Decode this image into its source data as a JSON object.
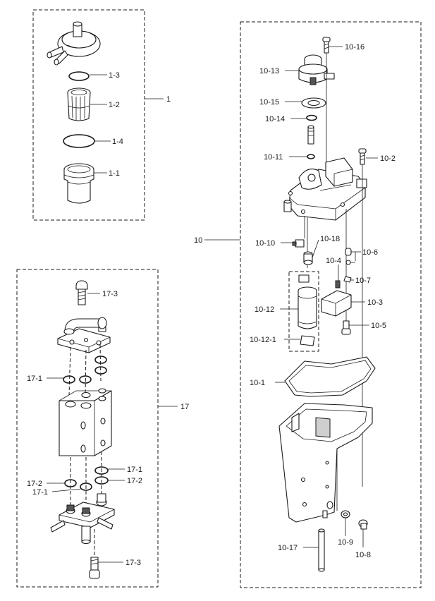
{
  "callouts": {
    "c1": "1",
    "c1_1": "1-1",
    "c1_2": "1-2",
    "c1_3": "1-3",
    "c1_4": "1-4",
    "c10": "10",
    "c10_1": "10-1",
    "c10_2": "10-2",
    "c10_3": "10-3",
    "c10_4": "10-4",
    "c10_5": "10-5",
    "c10_6": "10-6",
    "c10_7": "10-7",
    "c10_8": "10-8",
    "c10_9": "10-9",
    "c10_10": "10-10",
    "c10_11": "10-11",
    "c10_12": "10-12",
    "c10_12_1": "10-12-1",
    "c10_13": "10-13",
    "c10_14": "10-14",
    "c10_15": "10-15",
    "c10_16": "10-16",
    "c10_17": "10-17",
    "c10_18": "10-18",
    "c17": "17",
    "c17_1a": "17-1",
    "c17_1b": "17-1",
    "c17_1c": "17-1",
    "c17_2a": "17-2",
    "c17_2b": "17-2",
    "c17_3a": "17-3",
    "c17_3b": "17-3"
  },
  "colors": {
    "ink": "#1a1a1a",
    "shade": "#cfcfcf",
    "background": "#ffffff"
  }
}
